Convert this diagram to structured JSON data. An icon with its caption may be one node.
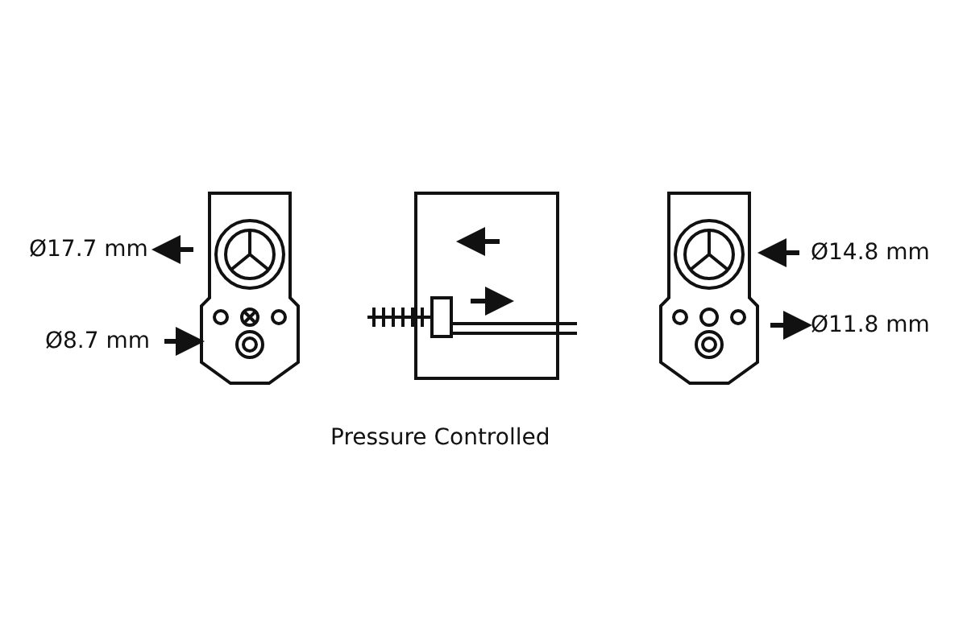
{
  "diagram": {
    "labels": [
      "Ø17.7 mm",
      "Ø8.7 mm",
      "Ø14.8 mm",
      "Ø11.8 mm",
      "Pressure Controlled"
    ]
  }
}
